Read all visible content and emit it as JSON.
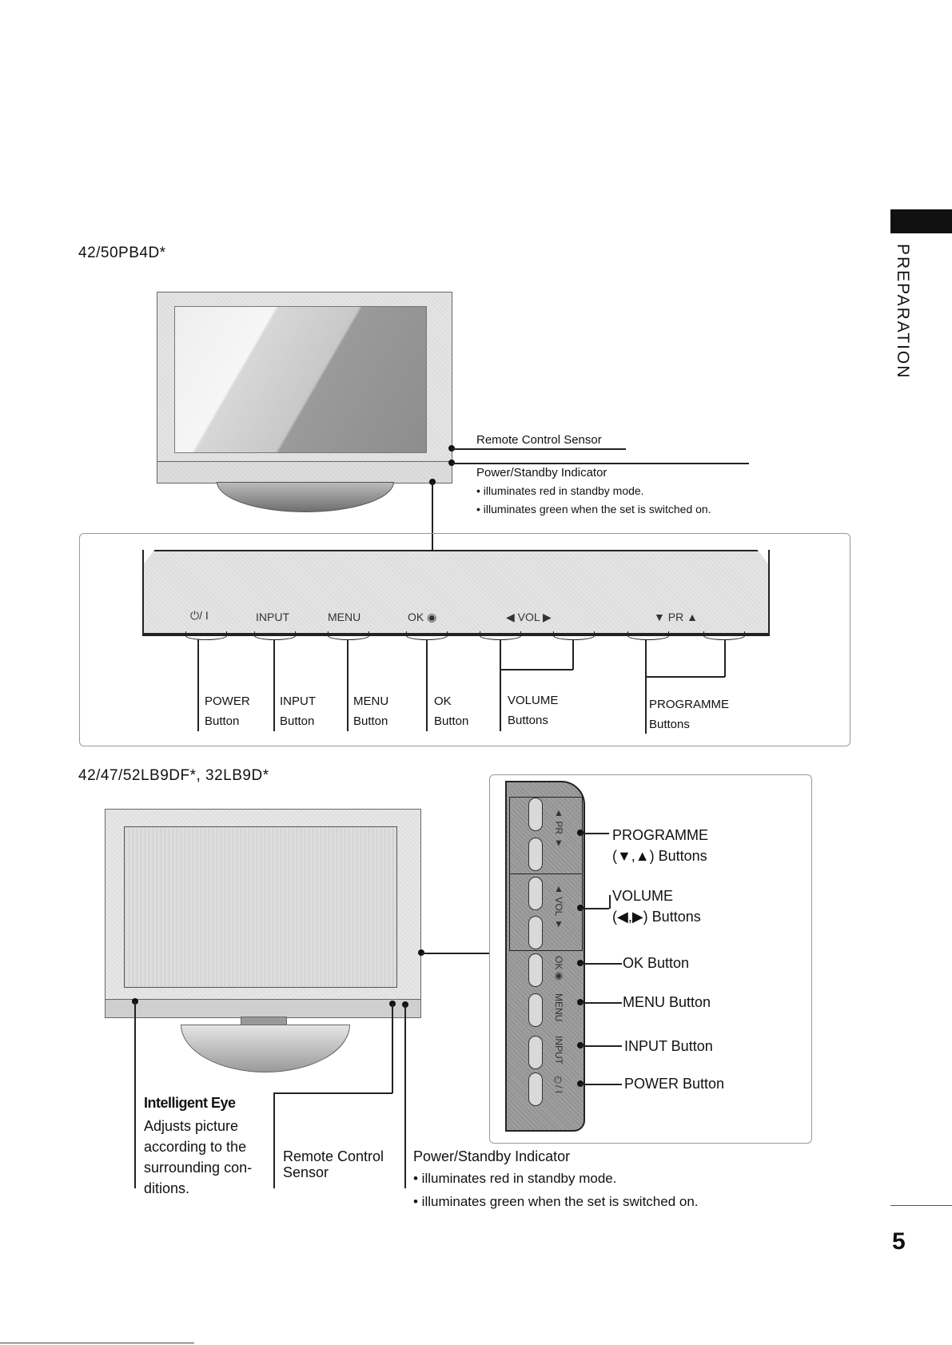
{
  "side_tab": {
    "text": "PREPARATION"
  },
  "page_number": "5",
  "section1": {
    "model": "42/50PB4D*",
    "callouts": {
      "remote_sensor": "Remote Control Sensor",
      "power_indicator_title": "Power/Standby Indicator",
      "power_indicator_bullets": [
        "• illuminates red in standby mode.",
        "• illuminates green when the set is switched on."
      ]
    },
    "panel_labels": {
      "power": "⏻/ I",
      "input": "INPUT",
      "menu": "MENU",
      "ok": "OK ◉",
      "vol": "◀  VOL  ▶",
      "pr": "▼  PR  ▲"
    },
    "buttons": [
      {
        "line1": "POWER",
        "line2": "Button"
      },
      {
        "line1": "INPUT",
        "line2": "Button"
      },
      {
        "line1": "MENU",
        "line2": "Button"
      },
      {
        "line1": "OK",
        "line2": "Button"
      },
      {
        "line1": "VOLUME",
        "line2": "Buttons"
      },
      {
        "line1": "PROGRAMME",
        "line2": "Buttons"
      }
    ]
  },
  "section2": {
    "model": "42/47/52LB9DF*, 32LB9D*",
    "intelligent_eye": {
      "title": "Intelligent Eye",
      "lines": [
        "Adjusts picture",
        "according to the",
        "surrounding con-",
        "ditions."
      ]
    },
    "remote_sensor": {
      "line1": "Remote Control",
      "line2": "Sensor"
    },
    "power_indicator": {
      "title": "Power/Standby Indicator",
      "bullets": [
        "• illuminates red in standby mode.",
        "• illuminates green when the set is switched on."
      ]
    },
    "side_panel_text": {
      "pr": "▲ PR ▼",
      "vol": "▲ VOL ▼",
      "ok": "OK◉",
      "menu": "MENU",
      "input": "INPUT",
      "power": "⏻/ I"
    },
    "side_callouts": {
      "programme": {
        "line1": "PROGRAMME",
        "line2": "(▼,▲) Buttons"
      },
      "volume": {
        "line1": "VOLUME",
        "line2": "(◀,▶) Buttons"
      },
      "ok": "OK Button",
      "menu": "MENU Button",
      "input": "INPUT Button",
      "power": "POWER Button"
    }
  }
}
